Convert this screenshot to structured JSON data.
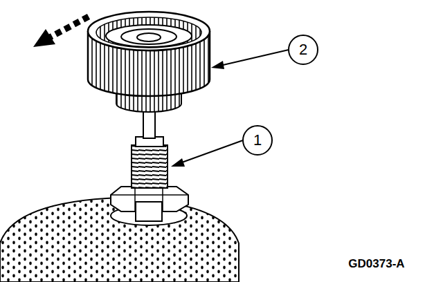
{
  "diagram": {
    "labels": [
      "2",
      "1",
      "GD0373-A"
    ]
  }
}
